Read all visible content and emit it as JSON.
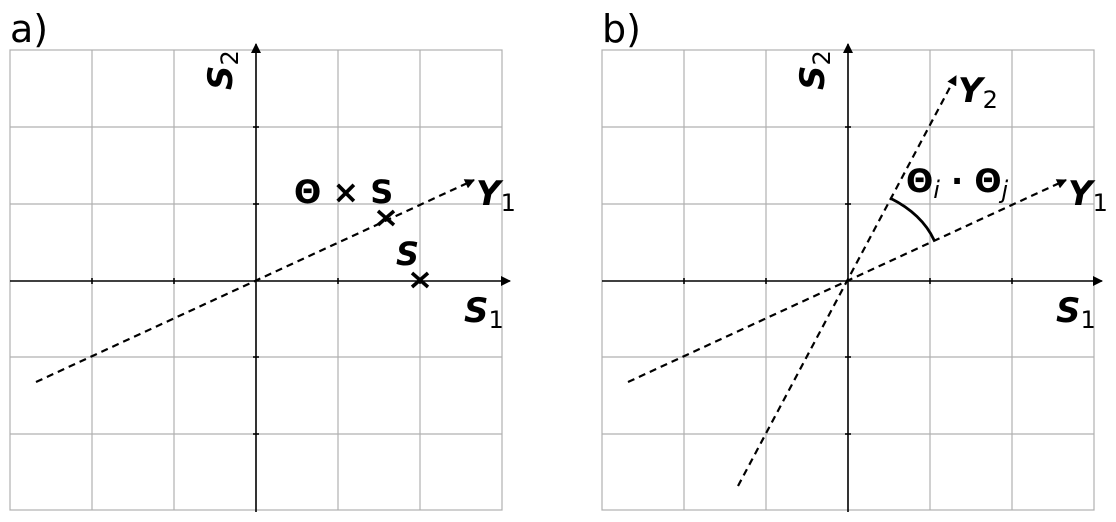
{
  "panels": [
    {
      "id": "a",
      "label": "a)",
      "x_axis": {
        "symbol": "S",
        "sub": "1"
      },
      "y_axis": {
        "symbol": "S",
        "sub": "2"
      },
      "lines": [
        {
          "symbol": "Y",
          "sub": "1"
        }
      ],
      "annotations": [
        {
          "text": "Θ × S"
        },
        {
          "text": "S"
        }
      ]
    },
    {
      "id": "b",
      "label": "b)",
      "x_axis": {
        "symbol": "S",
        "sub": "1"
      },
      "y_axis": {
        "symbol": "S",
        "sub": "2"
      },
      "lines": [
        {
          "symbol": "Y",
          "sub": "2"
        },
        {
          "symbol": "Y",
          "sub": "1"
        }
      ],
      "annotations": [
        {
          "text": "Θ",
          "sub": "i",
          "mid": " · ",
          "text2": "Θ",
          "sub2": "j"
        }
      ]
    }
  ]
}
